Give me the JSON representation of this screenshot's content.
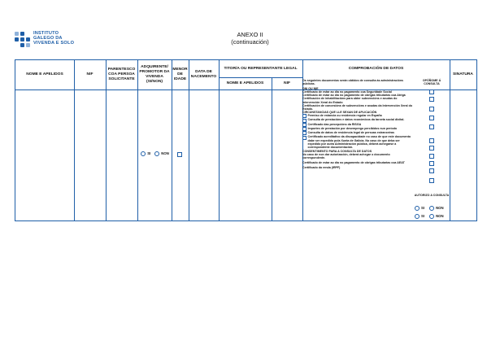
{
  "logo": {
    "lines": [
      "INSTITUTO",
      "GALEGO DA",
      "VIVENDA E SOLO"
    ],
    "icon": "xunta-cross-icon",
    "color": "#1f5fa8"
  },
  "heading": {
    "title": "ANEXO II",
    "subtitle": "(continuación)"
  },
  "table": {
    "headers": {
      "name": "NOME E APELIDOS",
      "nif": "NIF",
      "relationship": "PARENTESCO COA PERSOA SOLICITANTE",
      "buyer": "ADQUIRENTE/ PROMOTOR DA VIVENDA (SI/NON)",
      "minor": "MENOR DE IDADE",
      "birth": "DATA DE NACEMENTO",
      "guardian": "TITOR/A OU REPRESENTANTE LEGAL",
      "guardian_name": "NOME E APELIDOS",
      "guardian_nif": "NIF",
      "check": "COMPROBACIÓN DE DATOS",
      "signature": "SINATURA"
    },
    "row": {
      "yes": "SI",
      "no": "NON"
    },
    "check_intro": "Os seguintes documentos serán obtidos de consulta ás administracións públicas.",
    "oppose_label": "OPÓÑOME Á CONSULTA",
    "docs_a": [
      "DNI OU NIE",
      "Certificado de estar ao día no pagamento coa Seguridade Social",
      "Certificado de estar ao día no pagamento de obrigas tributarias coa Atriga",
      "Certificación de inhabilitacións para obter subvencións e axudas do Intervención Xeral do Estado",
      "Certificación de concesións de subvencións e axudas da Intervención Xeral do Estado."
    ],
    "applicable_heading": "CIRCUNSTANCIAS QUE LLE SEXAN DE APLICACIÓN",
    "docs_b": [
      "Permiso de estancia ou residencia regular en España",
      "Consulta de prestacións e datos económicos da tarxeta social dixital.",
      "Certificado das percepcións da RISGA",
      "Importes de prestación por desemprego percibidos nun período",
      "Consulta de datos de residencia legal de persoas estranxeiras",
      "Certificado acreditativo da discapacidade no caso de que este documento dabe ser expedido pola Xunta de Galicia. No caso de que deba ser expedido por outra Administración pública, deberá achegarse a correspondente documentación."
    ],
    "consent_heading": "CONSENTIMENTO PARA A CONSULTA DE DATOS",
    "consent_text": "No caso de non dar autorización, deberá achegar o documento correspondente.",
    "authorize_label": "AUTORIZO A CONSULTA",
    "docs_c": [
      "Certificado de estar ao día no pagamento de obrigas tributarias coa AEAT",
      "Certificado da renda (IRPF)"
    ]
  }
}
